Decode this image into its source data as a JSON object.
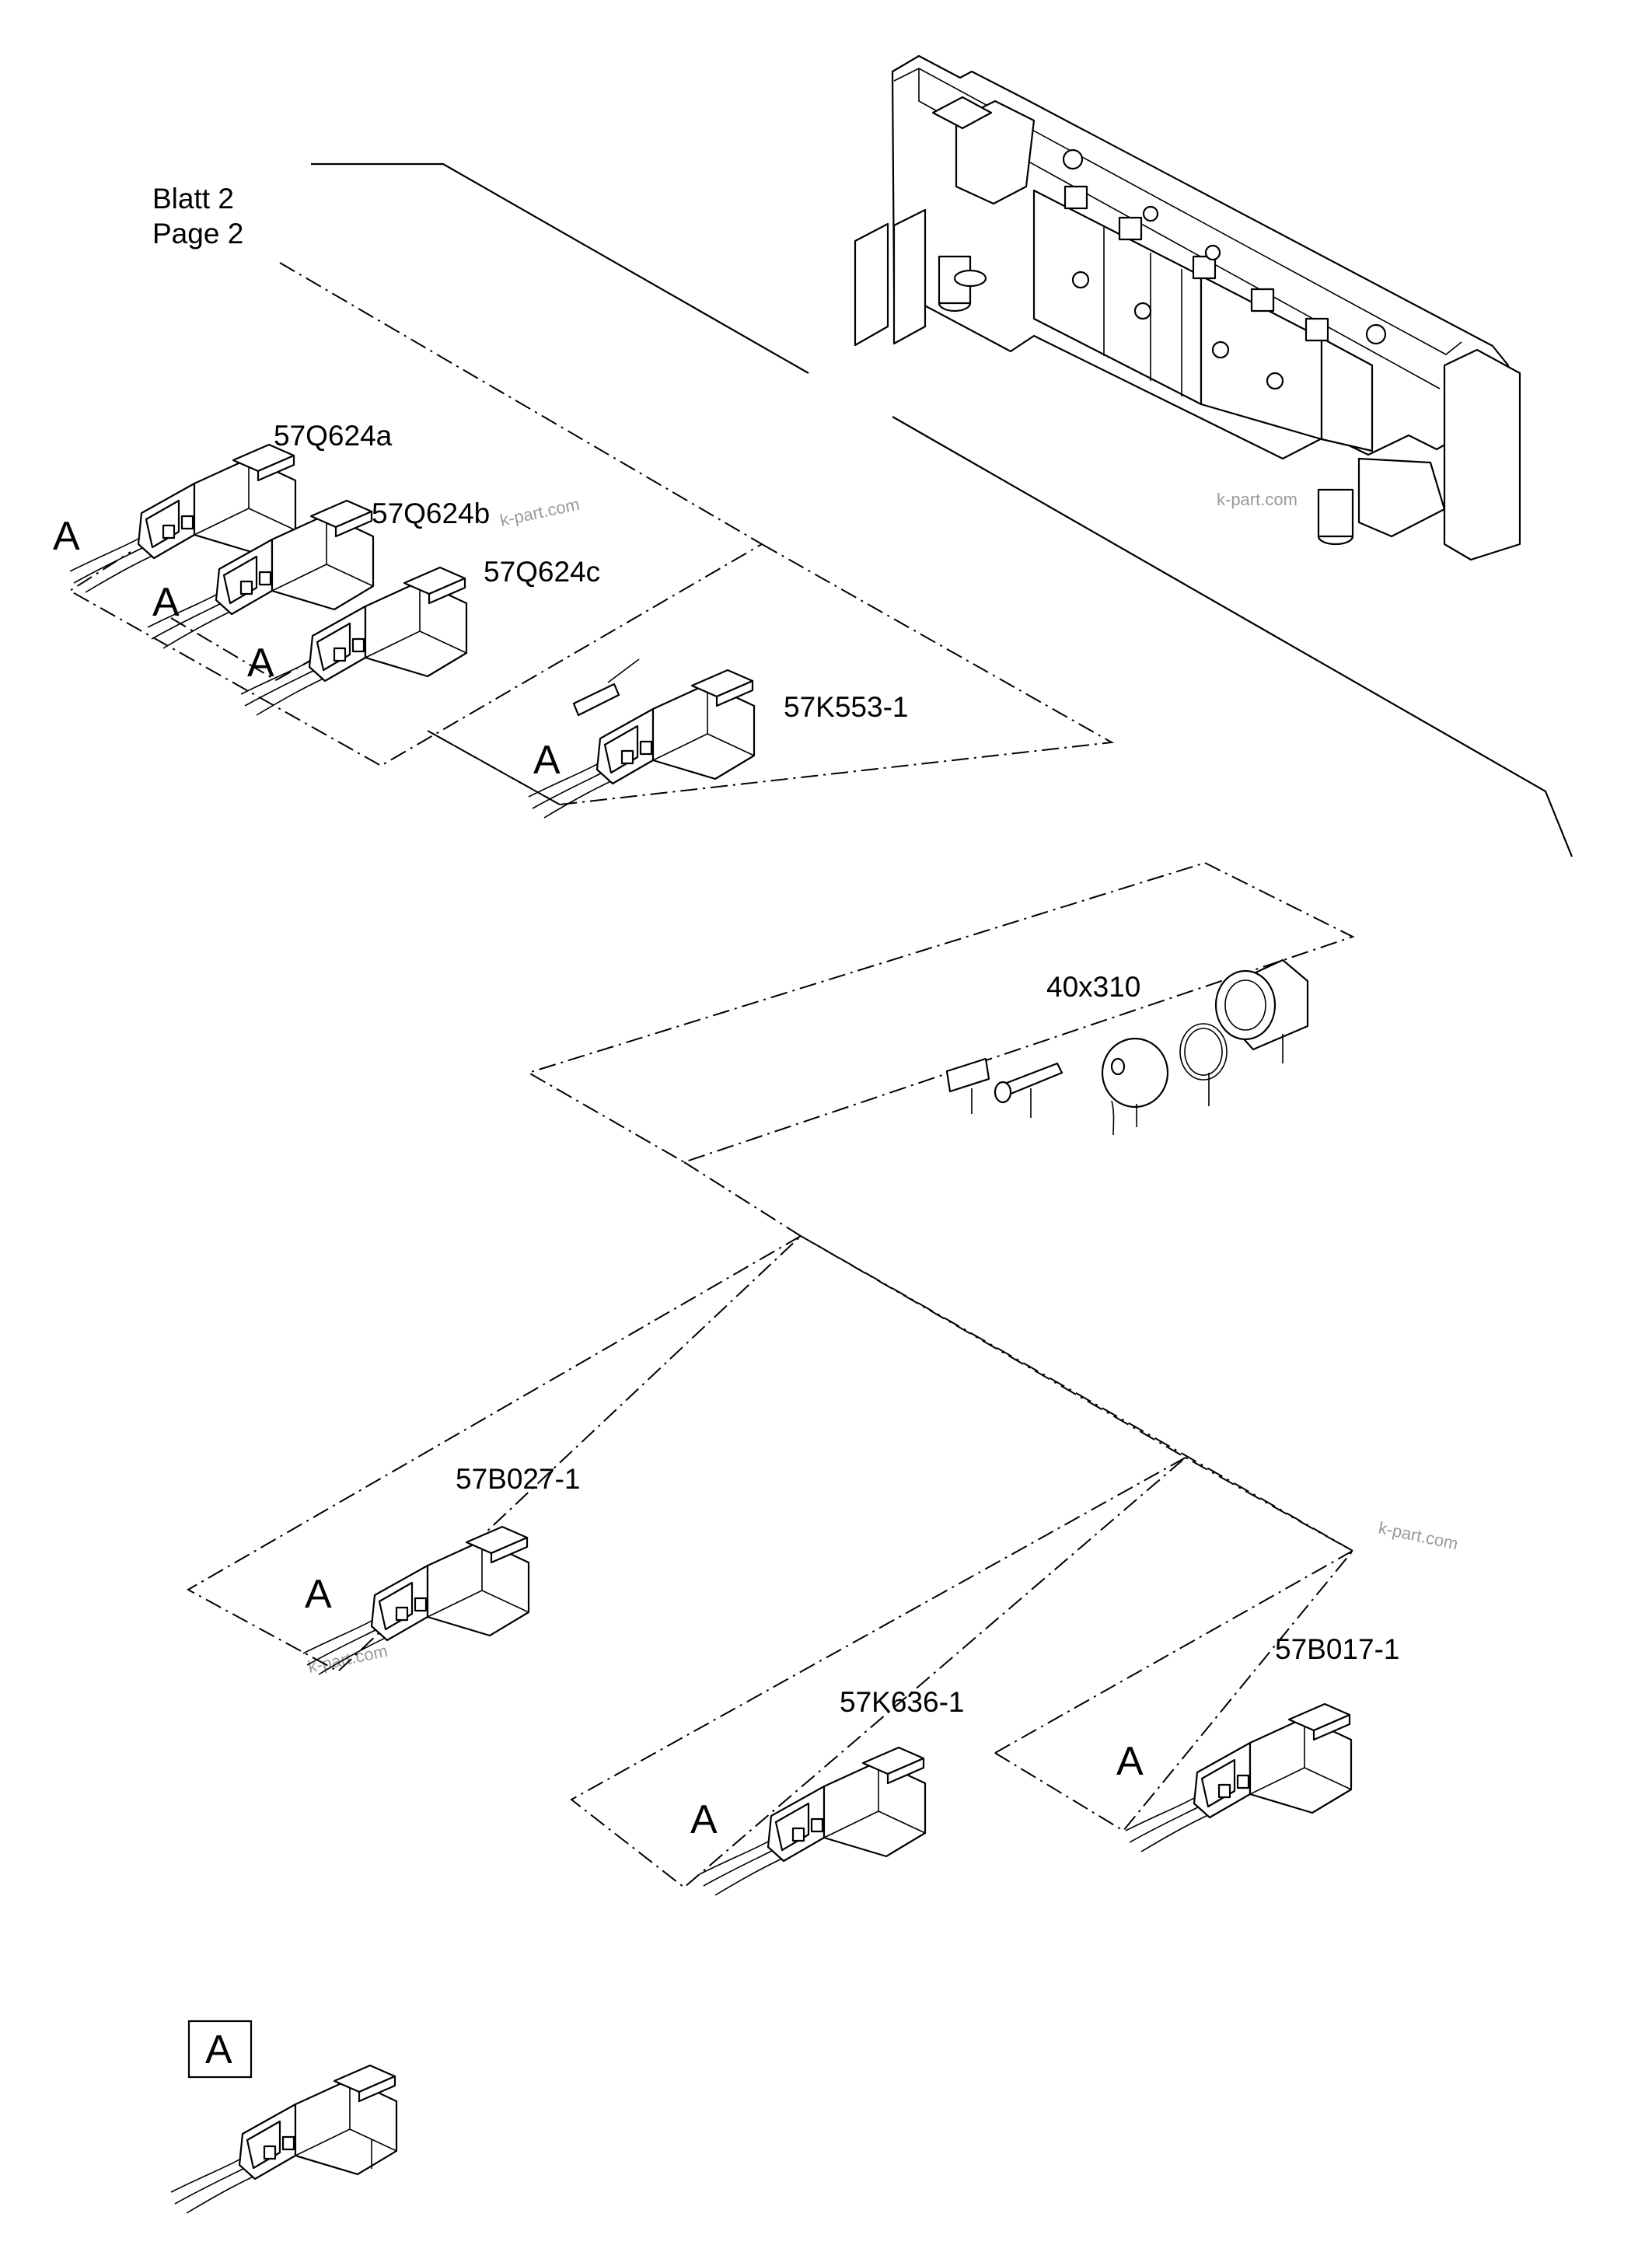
{
  "sheet_reference": {
    "line1": "Blatt 2",
    "line2": "Page 2"
  },
  "labels": {
    "q624a": "57Q624a",
    "q624b": "57Q624b",
    "q624c": "57Q624c",
    "k553": "57K553-1",
    "seal": "40x310",
    "b027": "57B027-1",
    "k636": "57K636-1",
    "b017": "57B017-1"
  },
  "detail_marker": "A",
  "watermark": "k-part.com"
}
